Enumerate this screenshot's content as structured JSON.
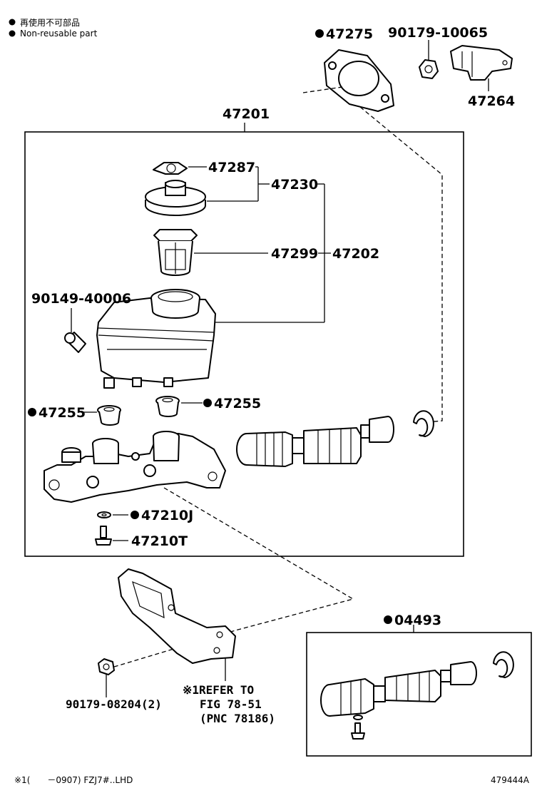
{
  "legend": {
    "line1": "再使用不可部品",
    "line2": "Non-reusable part"
  },
  "parts": {
    "p47275": "47275",
    "p90179_10065": "90179-10065",
    "p47264": "47264",
    "p47201": "47201",
    "p47287": "47287",
    "p47230": "47230",
    "p47299": "47299",
    "p47202": "47202",
    "p90149_40006": "90149-40006",
    "p47255_left": "47255",
    "p47255_right": "47255",
    "p47210J": "47210J",
    "p47210T": "47210T",
    "p04493": "04493",
    "p90179_08204": "90179-08204(2)"
  },
  "refer": {
    "line1": "※1REFER TO",
    "line2": "FIG 78-51",
    "line3": "(PNC 78186)"
  },
  "footer": {
    "note": "※1(　　－0907) FZJ7#..LHD",
    "code": "479444A"
  },
  "colors": {
    "ink": "#000000",
    "paper": "#ffffff"
  }
}
